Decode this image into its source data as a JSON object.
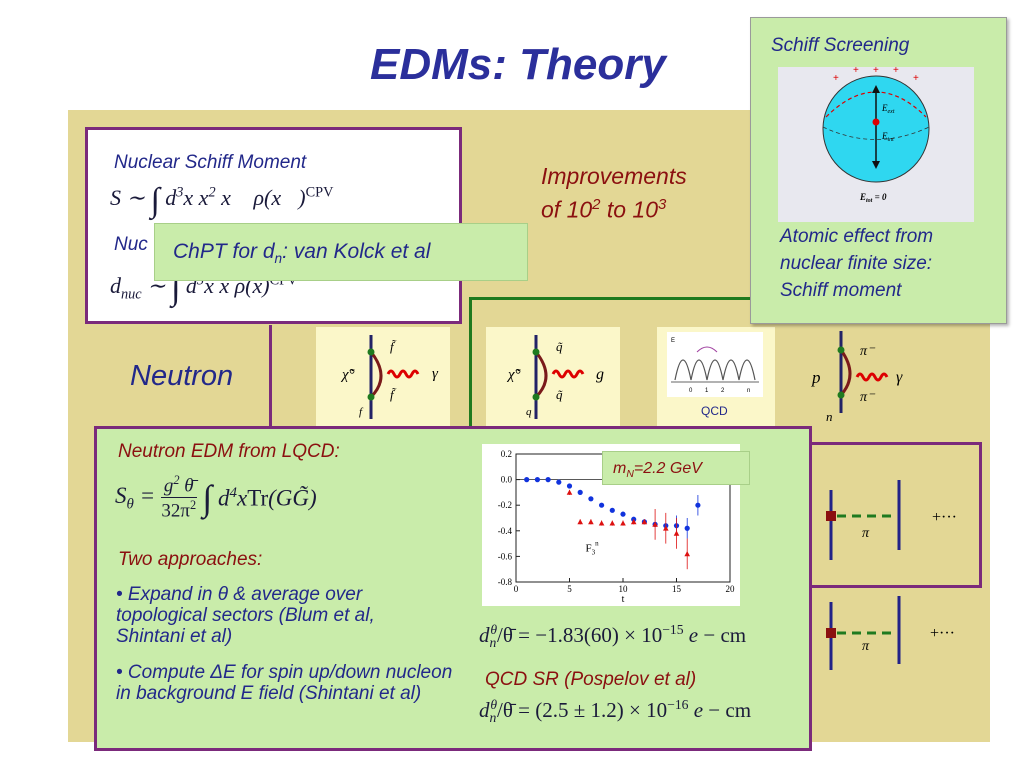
{
  "title": "EDMs: Theory",
  "nuclear": {
    "heading": "Nuclear Schiff Moment",
    "nuc_partial": "Nuc"
  },
  "chpt": {
    "text": "ChPT for d_n: van Kolck et al"
  },
  "improvements": {
    "line1": "Improvements",
    "line2": "of 10^2 to 10^3"
  },
  "schiff": {
    "heading": "Schiff Screening",
    "caption_line1": "Atomic effect from",
    "caption_line2": "nuclear finite size:",
    "caption_line3": "Schiff moment",
    "e_ext": "E_ext",
    "e_int": "E_int",
    "e_tot": "E_tot = 0"
  },
  "neutron": {
    "label": "Neutron"
  },
  "qcd_label": "QCD",
  "lqcd": {
    "heading": "Neutron EDM from LQCD:",
    "approaches": "Two approaches:",
    "bullet1": "• Expand in θ & average over topological sectors (Blum et al, Shintani et al)",
    "bullet2": "• Compute ΔE for spin up/down nucleon in background E field (Shintani et al)",
    "mass_label": "m_N=2.2 GeV",
    "result1": "d_n^θ/θ̄ = −1.83(60) × 10^−15 e − cm",
    "sr_heading": "QCD SR (Pospelov et al)",
    "result2": "d_n^θ/θ̄ = (2.5 ± 1.2) × 10^−16 e − cm"
  },
  "chart_data": {
    "type": "scatter",
    "xlabel": "t",
    "annotation": "F3^n",
    "xlim": [
      0,
      20
    ],
    "ylim": [
      -0.8,
      0.2
    ],
    "xticks": [
      0,
      5,
      10,
      15,
      20
    ],
    "yticks": [
      0.2,
      0.0,
      -0.2,
      -0.4,
      -0.6,
      -0.8
    ],
    "series": [
      {
        "color": "#1133dd",
        "marker": "circle",
        "x": [
          1,
          2,
          3,
          4,
          5,
          6,
          7,
          8,
          9,
          10,
          11,
          12,
          13,
          14,
          15,
          16,
          17
        ],
        "y": [
          0.0,
          0.0,
          0.0,
          -0.02,
          -0.05,
          -0.1,
          -0.15,
          -0.2,
          -0.24,
          -0.27,
          -0.31,
          -0.33,
          -0.35,
          -0.36,
          -0.36,
          -0.38,
          -0.2
        ]
      },
      {
        "color": "#dd1111",
        "marker": "triangle",
        "x": [
          5,
          6,
          7,
          8,
          9,
          10,
          11,
          12,
          13,
          14,
          15,
          16
        ],
        "y": [
          -0.1,
          -0.33,
          -0.33,
          -0.34,
          -0.34,
          -0.34,
          -0.33,
          -0.33,
          -0.35,
          -0.38,
          -0.42,
          -0.58
        ]
      }
    ]
  }
}
